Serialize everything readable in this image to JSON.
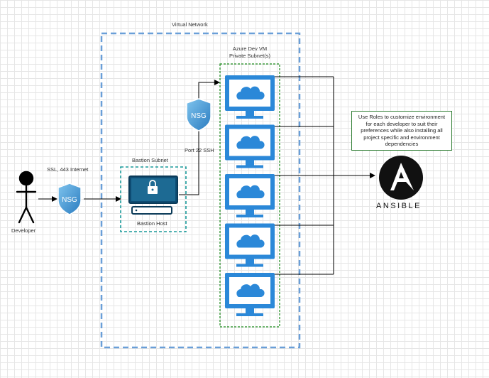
{
  "virtual_network": {
    "label": "Virtual Network"
  },
  "private_subnet": {
    "label_line1": "Azure Dev VM",
    "label_line2": "Private Subnet(s)"
  },
  "developer": {
    "label": "Developer"
  },
  "internet_link": {
    "label": "SSL, 443 Internet"
  },
  "nsg": {
    "label": "NSG"
  },
  "bastion_subnet": {
    "label": "Bastion Subnet"
  },
  "bastion_host": {
    "label": "Bastion Host"
  },
  "ssh_link": {
    "label": "Port 22 SSH"
  },
  "ansible": {
    "wordmark": "ANSIBLE",
    "letter": "A"
  },
  "roles_note": {
    "text": "Use Roles to customize environment for each developer to suit their preferences while also installing all project specific and environment dependencies"
  },
  "colors": {
    "vnet_border": "#6a9fd8",
    "subnet_border": "#1a8a1a",
    "bastion_border": "#1a9a9a",
    "azure_blue": "#2b88d8",
    "nsg_blue": "#3a8fc9",
    "note_border": "#2e7d32"
  },
  "vm_count": 5
}
